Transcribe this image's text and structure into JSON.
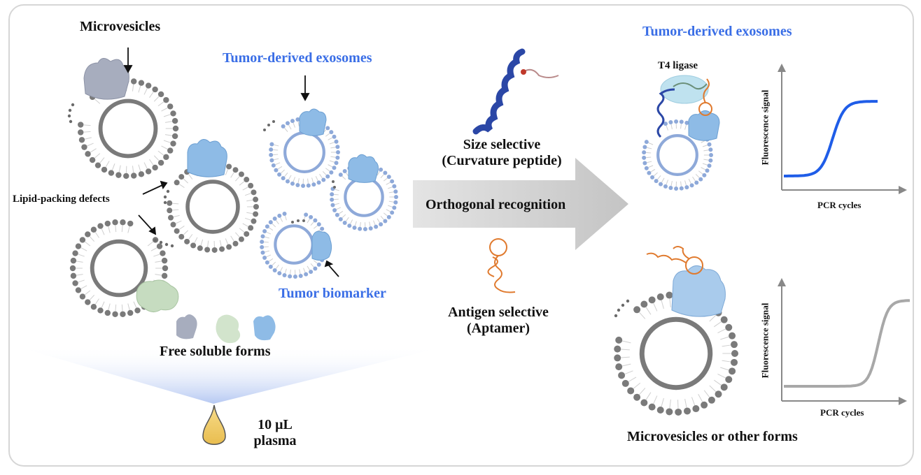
{
  "left": {
    "microvesicles": "Microvesicles",
    "tumor_exosomes": "Tumor-derived exosomes",
    "lipid_defects": "Lipid-packing defects",
    "tumor_biomarker": "Tumor biomarker",
    "free_soluble": "Free soluble forms",
    "plasma_volume": "10 μL",
    "plasma": "plasma"
  },
  "middle": {
    "size_selective": "Size selective",
    "curvature_peptide": "(Curvature peptide)",
    "orthogonal": "Orthogonal recognition",
    "antigen_selective": "Antigen selective",
    "aptamer": "(Aptamer)"
  },
  "right": {
    "title": "Tumor-derived exosomes",
    "t4_ligase": "T4 ligase",
    "top_ylabel": "Fluorescence signal",
    "top_xlabel": "PCR cycles",
    "bottom_ylabel": "Fluorescence signal",
    "bottom_xlabel": "PCR cycles",
    "bottom_caption": "Microvesicles or other forms"
  },
  "colors": {
    "blue_text": "#3a6ee6",
    "exosome_blue": "#8ea9d9",
    "vesicle_gray": "#7a7a7a",
    "curve_blue": "#1f5de8",
    "curve_gray": "#a8a8a8",
    "aptamer_orange": "#e07a2e",
    "peptide_navy": "#2b47a6"
  },
  "chart_data": [
    {
      "type": "line",
      "name": "top",
      "series": [
        {
          "color": "#1f5de8",
          "shape": "sigmoid-early"
        }
      ],
      "xlabel": "PCR cycles",
      "ylabel": "Fluorescence signal"
    },
    {
      "type": "line",
      "name": "bottom",
      "series": [
        {
          "color": "#a8a8a8",
          "shape": "sigmoid-late"
        }
      ],
      "xlabel": "PCR cycles",
      "ylabel": "Fluorescence signal"
    }
  ]
}
